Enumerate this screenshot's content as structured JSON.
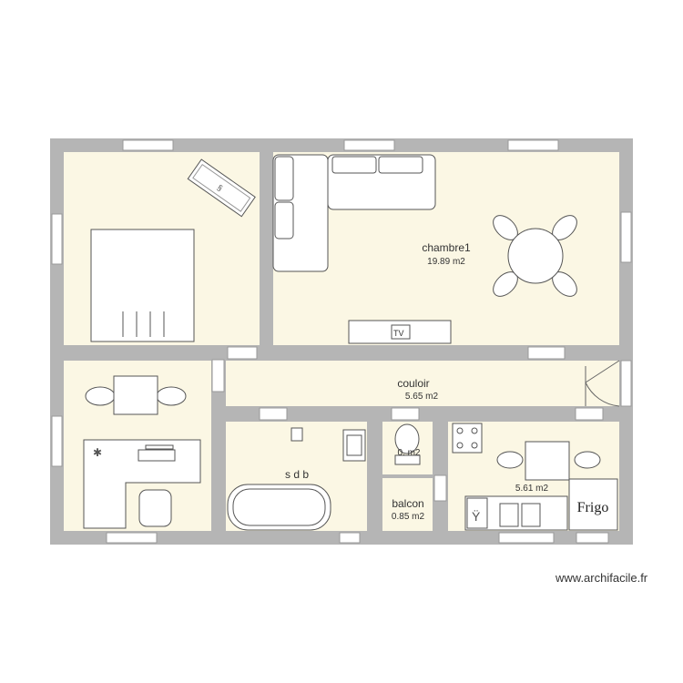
{
  "rooms": {
    "chambre1": {
      "name": "chambre1",
      "area": "19.89 m2"
    },
    "couloir": {
      "name": "couloir",
      "area": "5.65 m2"
    },
    "sdb": {
      "name": "s d b"
    },
    "wc": {
      "area": "0.   m2"
    },
    "balcon": {
      "name": "balcon",
      "area": "0.85 m2"
    },
    "cuisine": {
      "area": "5.61 m2"
    }
  },
  "furniture": {
    "tv": "TV",
    "fridge": "Frigo"
  },
  "watermark": "www.archifacile.fr",
  "colors": {
    "wall": "#b5b5b5",
    "floor": "#fbf7e4",
    "line": "#555555"
  }
}
